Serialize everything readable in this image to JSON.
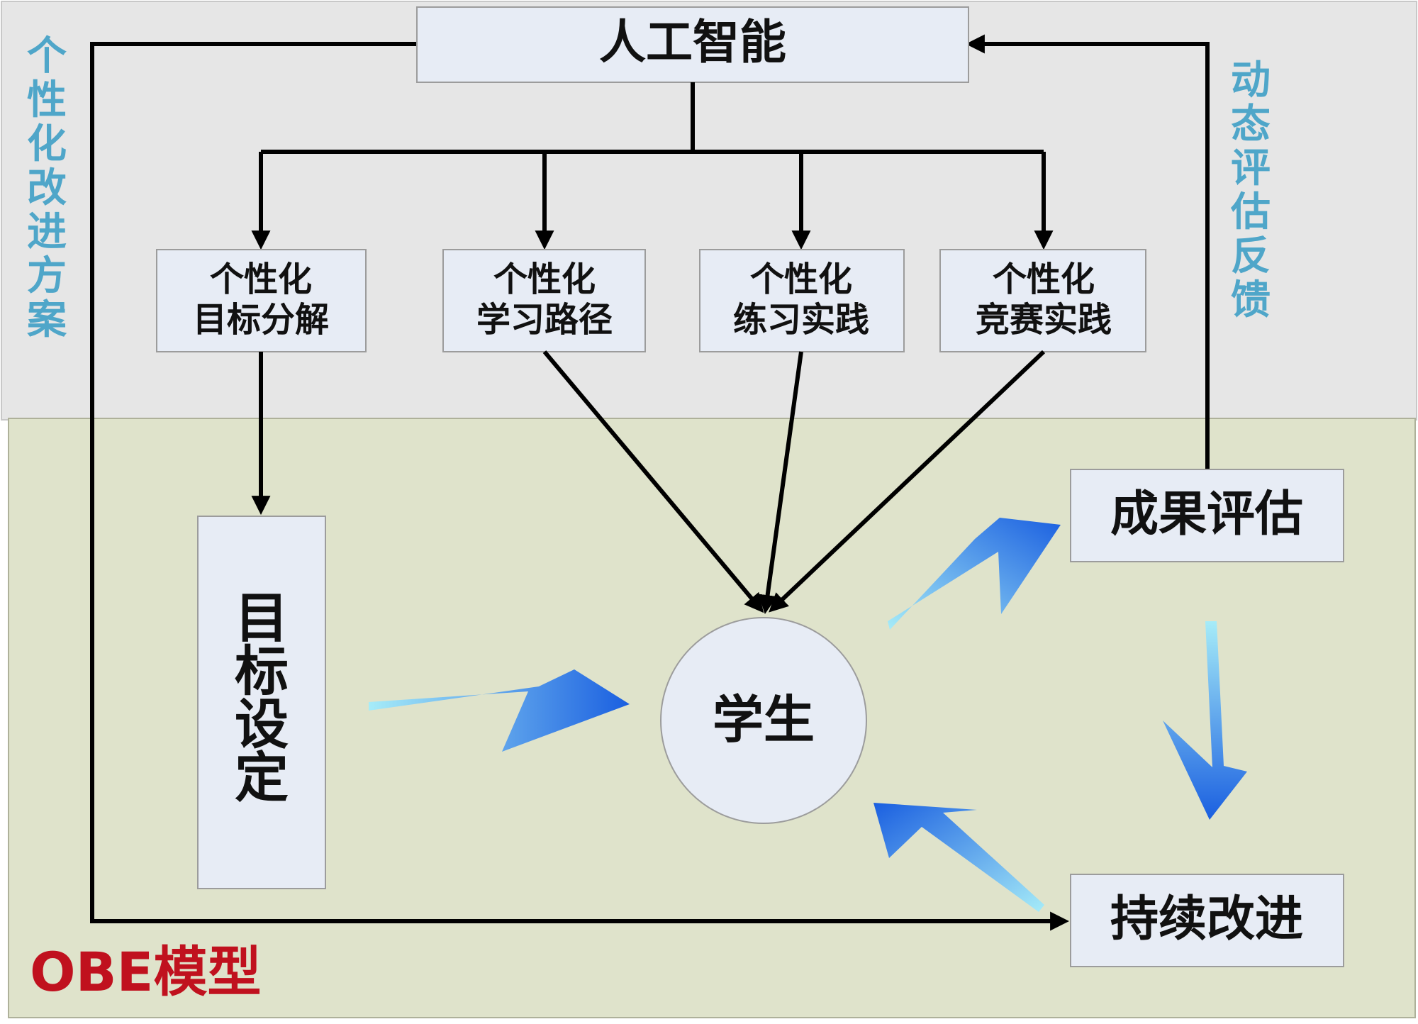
{
  "top_box": {
    "label": "人工智能"
  },
  "personal_boxes": [
    {
      "line1": "个性化",
      "line2": "目标分解"
    },
    {
      "line1": "个性化",
      "line2": "学习路径"
    },
    {
      "line1": "个性化",
      "line2": "练习实践"
    },
    {
      "line1": "个性化",
      "line2": "竞赛实践"
    }
  ],
  "goal_box": {
    "label": [
      "目",
      "标",
      "设",
      "定"
    ]
  },
  "student": {
    "label": "学生"
  },
  "eval_box": {
    "label": "成果评估"
  },
  "improve_box": {
    "label": "持续改进"
  },
  "left_side_label": [
    "个",
    "性",
    "化",
    "改",
    "进",
    "方",
    "案"
  ],
  "right_side_label": [
    "动",
    "态",
    "评",
    "估",
    "反",
    "馈"
  ],
  "obe_label": "OBE模型",
  "colors": {
    "top_region": "#e6e6e6",
    "obe_region": "#dfe3cb",
    "box_fill": "#e7ecf5",
    "side_text": "#4fa6c9",
    "obe_text": "#c0111e",
    "arrow_light": "#8fe0f4",
    "arrow_dark": "#1a63e0"
  }
}
